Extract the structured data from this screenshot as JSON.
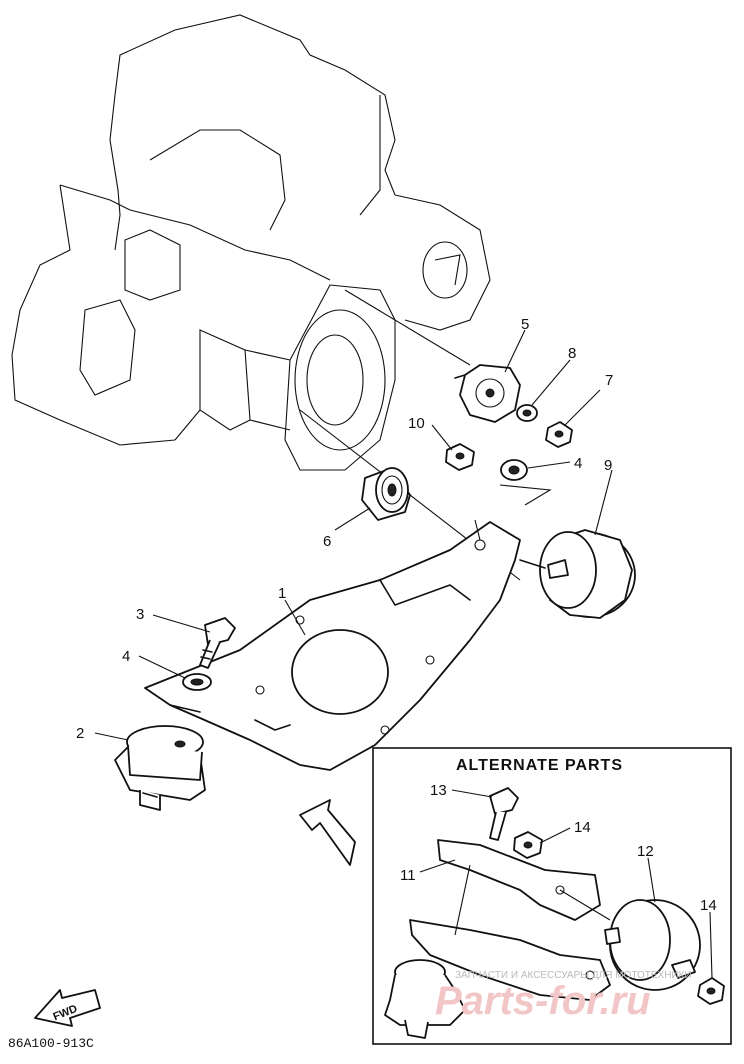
{
  "callouts": {
    "n1": "1",
    "n2": "2",
    "n3": "3",
    "n4a": "4",
    "n4b": "4",
    "n5": "5",
    "n6": "6",
    "n7": "7",
    "n8": "8",
    "n9": "9",
    "n10": "10",
    "n11": "11",
    "n12": "12",
    "n13": "13",
    "n14a": "14",
    "n14b": "14"
  },
  "alternate_box": {
    "title": "ALTERNATE PARTS"
  },
  "direction_marker": {
    "label": "FWD"
  },
  "figure_code": "86A100-913C",
  "watermark": {
    "small_text": "ЗАПЧАСТИ И АКСЕССУАРЫ ДЛЯ МОТОТЕХНИКИ",
    "logo_text": "Parts-for.ru"
  }
}
